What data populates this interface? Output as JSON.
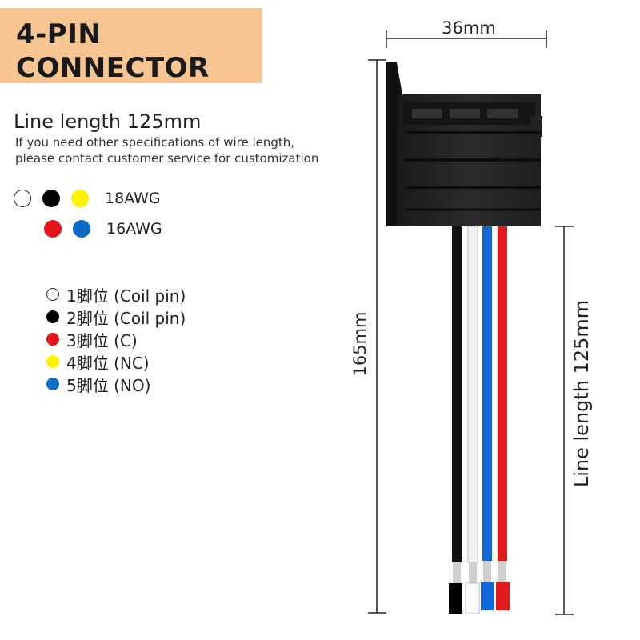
{
  "title": {
    "line1": "4-PIN",
    "line2": "CONNECTOR"
  },
  "line_length": "Line length 125mm",
  "note": {
    "line1": "If you need other specifications of wire length,",
    "line2": "please contact customer service for customization"
  },
  "awg": [
    {
      "label": "18AWG",
      "colors": [
        "#ffffff",
        "#000000",
        "#fff200"
      ]
    },
    {
      "label": "16AWG",
      "colors": [
        "#e8141b",
        "#0a6cc4"
      ]
    }
  ],
  "pins": [
    {
      "label": "1脚位 (Coil pin)",
      "color": "#ffffff"
    },
    {
      "label": "2脚位 (Coil pin)",
      "color": "#000000"
    },
    {
      "label": "3脚位 (C)",
      "color": "#e8141b"
    },
    {
      "label": "4脚位 (NC)",
      "color": "#fff200"
    },
    {
      "label": "5脚位 (NO)",
      "color": "#0a6cc4"
    }
  ],
  "dimensions": {
    "width": "36mm",
    "height": "165mm",
    "wire": "Line length 125mm"
  }
}
